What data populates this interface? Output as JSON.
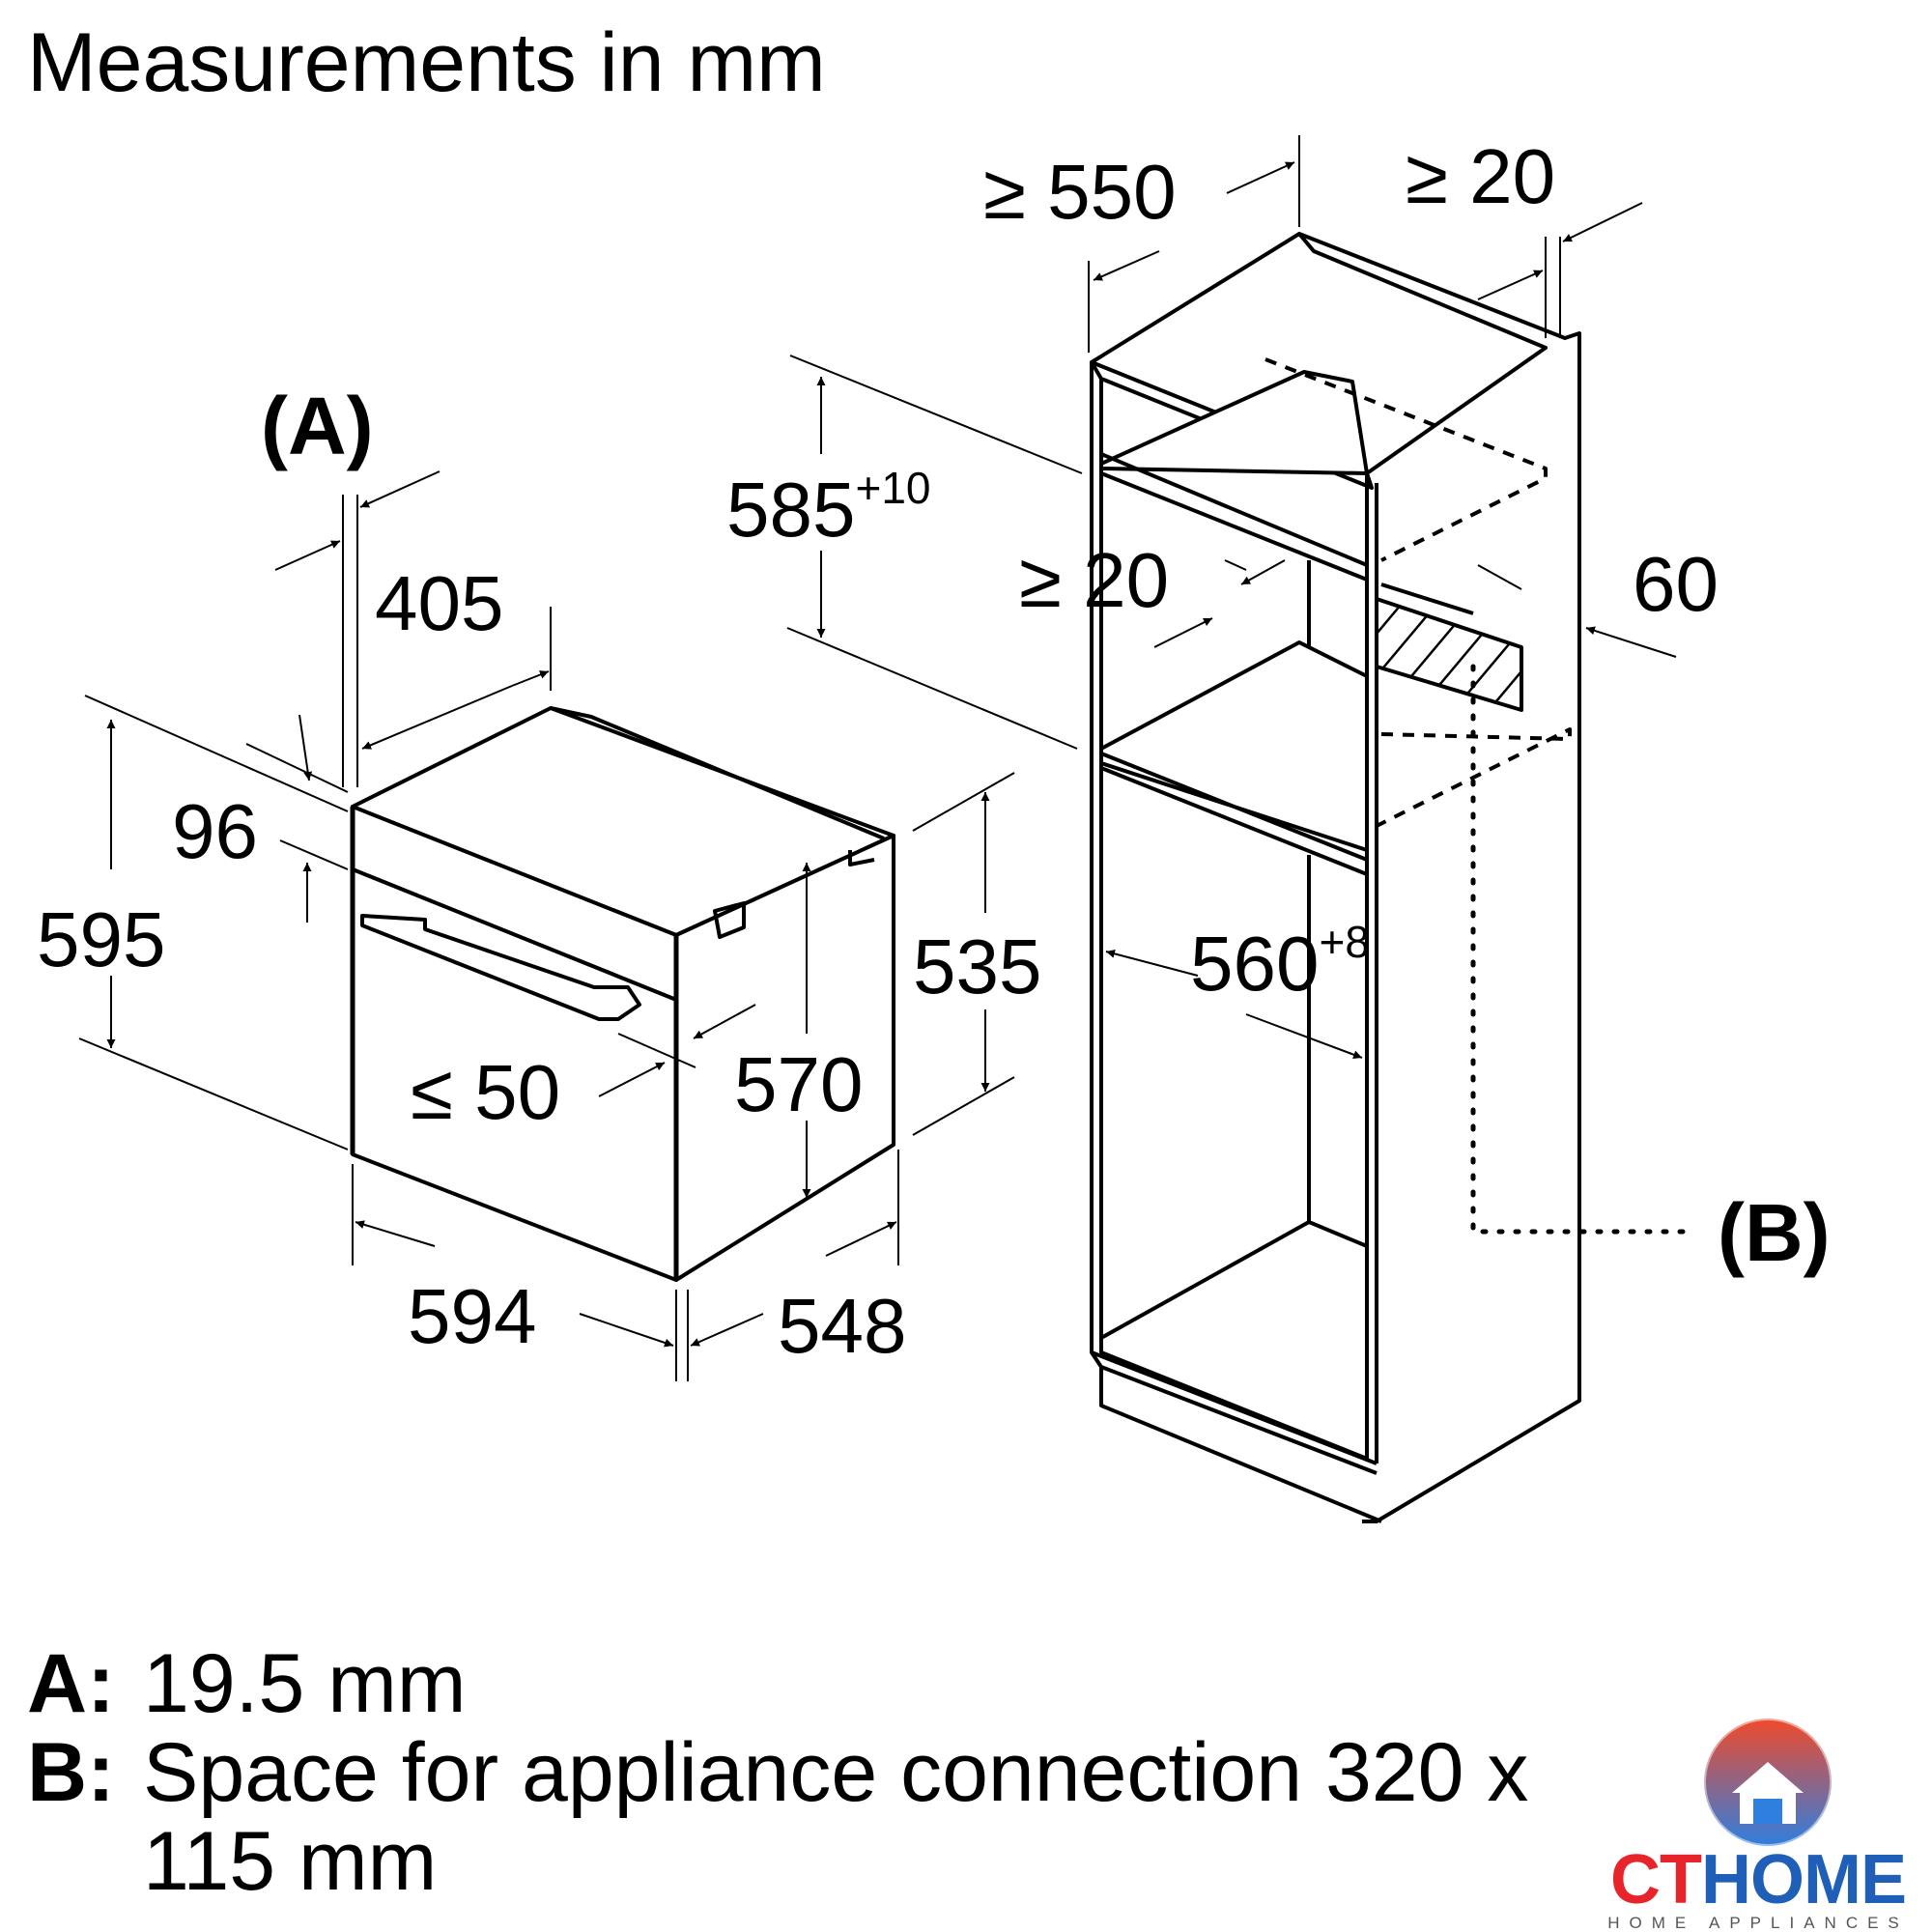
{
  "heading": "Measurements in mm",
  "labels": {
    "a_marker": "(A)",
    "b_marker": "(B)",
    "d405": "405",
    "d96": "96",
    "d595": "595",
    "d594": "594",
    "d548": "548",
    "d535": "535",
    "d570": "570",
    "d_le50": "≤ 50",
    "d585": "585",
    "d585_tol": "+10",
    "d_ge550": "≥ 550",
    "d_ge20_top": "≥ 20",
    "d_ge20_mid": "≥ 20",
    "d60": "60",
    "d560": "560",
    "d560_tol": "+8"
  },
  "legend": {
    "a_key": "A:",
    "a_text": "19.5 mm",
    "b_key": "B:",
    "b_text": "Space for appliance connection 320 x",
    "b_text_cont": "115 mm"
  },
  "logo": {
    "brand_ct": "CT",
    "brand_home": "HOME",
    "tagline": "HOME APPLIANCES",
    "colors": {
      "ct": "#e8242b",
      "home": "#1f5fb8",
      "icon_top": "#f04a2a",
      "icon_bottom": "#2f7fe0"
    },
    "icon": "house-icon"
  }
}
